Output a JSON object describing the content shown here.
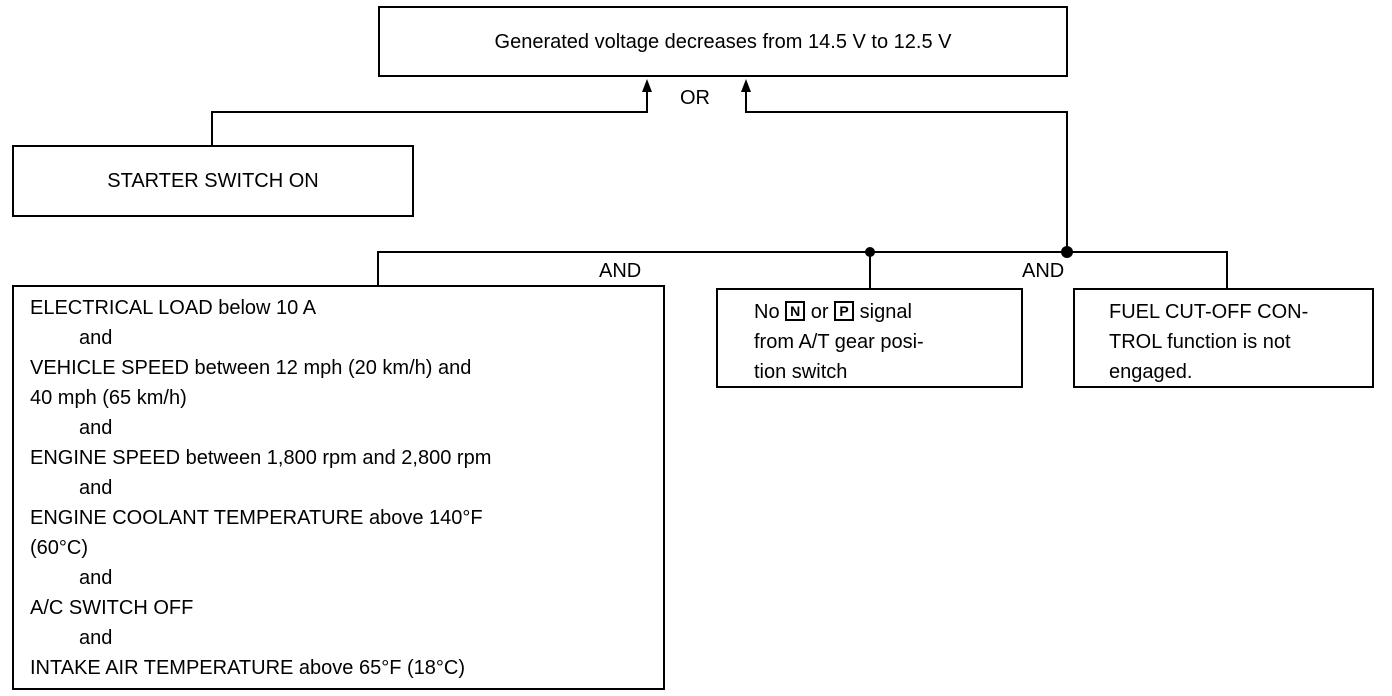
{
  "result": {
    "text": "Generated voltage decreases from 14.5 V to 12.5 V"
  },
  "logic": {
    "or_label": "OR",
    "and_left_label": "AND",
    "and_right_label": "AND"
  },
  "starter": {
    "text": "STARTER SWITCH ON"
  },
  "conditions": {
    "lines": [
      "ELECTRICAL LOAD below 10 A",
      "and",
      "VEHICLE SPEED between 12 mph (20 km/h) and",
      "40 mph (65 km/h)",
      "and",
      "ENGINE SPEED between 1,800 rpm and 2,800 rpm",
      "and",
      "ENGINE COOLANT TEMPERATURE above 140°F",
      "(60°C)",
      "and",
      "A/C SWITCH OFF",
      "and",
      "INTAKE AIR TEMPERATURE above 65°F (18°C)"
    ]
  },
  "signal": {
    "prefix": "No",
    "key_n": "N",
    "middle": "or",
    "key_p": "P",
    "suffix": "signal",
    "line2": "from A/T gear posi-",
    "line3": "tion switch"
  },
  "fuel_cut": {
    "lines": [
      "FUEL CUT-OFF CON-",
      "TROL function is not",
      "engaged."
    ]
  }
}
